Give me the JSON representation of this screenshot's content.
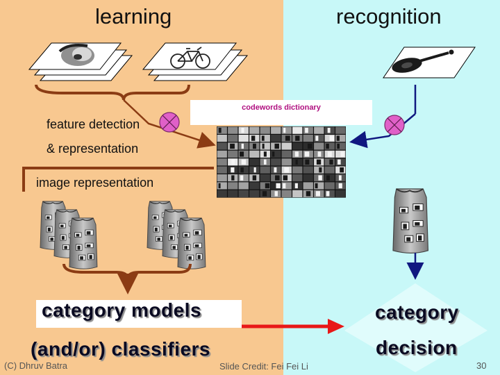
{
  "headings": {
    "learning": "learning",
    "recognition": "recognition"
  },
  "labels": {
    "codewords_dictionary": "codewords dictionary",
    "feature_detection": "feature detection",
    "representation": "& representation",
    "image_representation": "image representation",
    "category_models": "category models",
    "classifiers": "(and/or) classifiers",
    "category": "category",
    "decision": "decision"
  },
  "footer": {
    "credit_author": "(C) Dhruv Batra",
    "slide_credit": "Slide Credit: Fei Fei Li",
    "page_number": "30"
  },
  "colors": {
    "learning_bg": "#f8c890",
    "recognition_bg": "#c8f8f8",
    "brace": "#8b3c14",
    "arrow_blue": "#101880",
    "arrow_red": "#e81818",
    "detector_circle": "#e060c8",
    "decision_diamond": "#e0fcfc"
  }
}
